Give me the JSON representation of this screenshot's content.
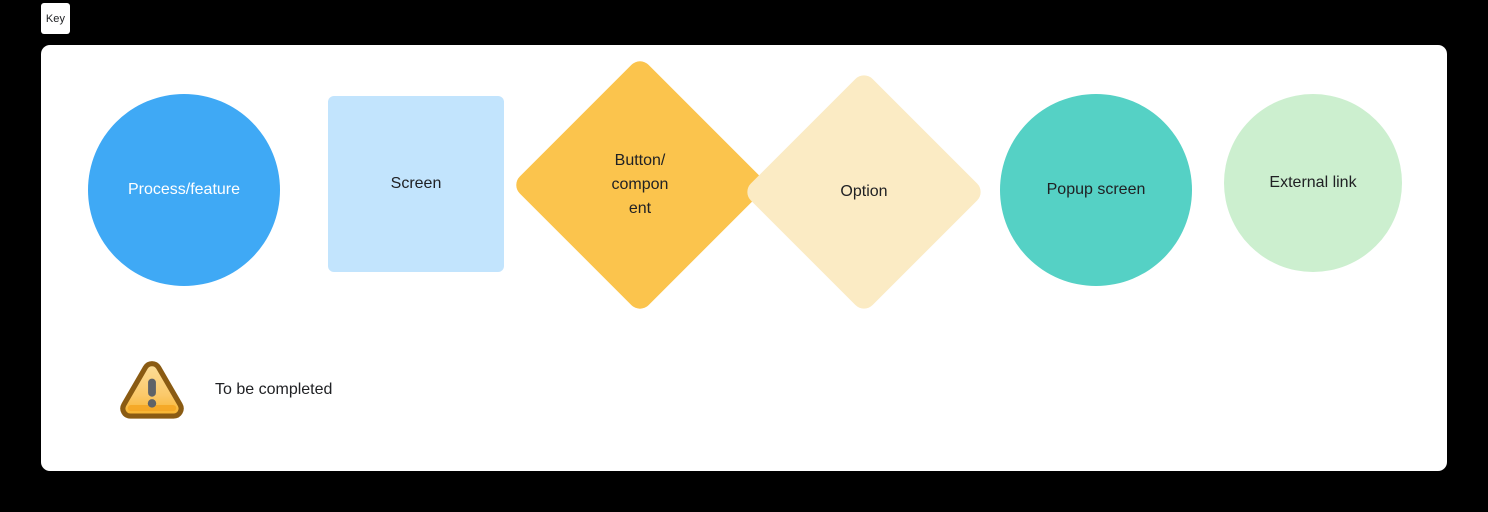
{
  "page": {
    "background_color": "#000000",
    "card_color": "#ffffff"
  },
  "key_tab": {
    "label": "Key"
  },
  "legend": {
    "items": [
      {
        "id": "process",
        "label": "Process/feature",
        "shape": "circle",
        "fill": "#3FA9F5",
        "text_color": "#ffffff"
      },
      {
        "id": "screen",
        "label": "Screen",
        "shape": "rounded-rect",
        "fill": "#C2E4FD",
        "text_color": "#202124"
      },
      {
        "id": "button",
        "label": "Button/\ncompon\nent",
        "shape": "diamond",
        "fill": "#FBC44D",
        "text_color": "#202124"
      },
      {
        "id": "option",
        "label": "Option",
        "shape": "diamond",
        "fill": "#FBEBC4",
        "text_color": "#202124"
      },
      {
        "id": "popup",
        "label": "Popup screen",
        "shape": "circle",
        "fill": "#55D1C5",
        "text_color": "#202124"
      },
      {
        "id": "external",
        "label": "External link",
        "shape": "circle",
        "fill": "#CCEFCF",
        "text_color": "#202124"
      }
    ]
  },
  "note": {
    "icon": "warning-triangle-icon",
    "text": "To be completed",
    "icon_colors": {
      "border": "#8A5B13",
      "fill_top": "#FCD98A",
      "fill_bottom": "#F7B32B",
      "mark": "#5F6368"
    }
  }
}
